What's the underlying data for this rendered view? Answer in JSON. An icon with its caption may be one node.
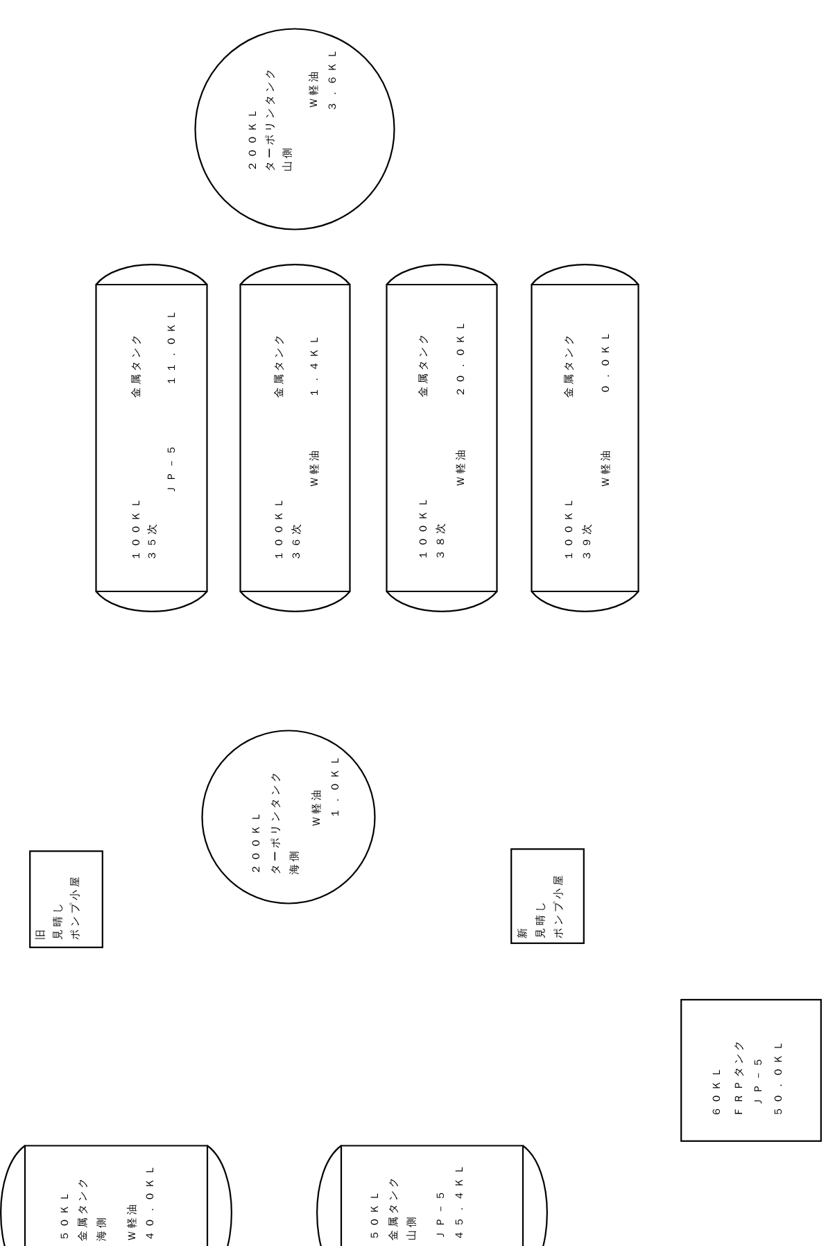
{
  "diagram": {
    "nodes": [
      {
        "text": [
          "２００ＫＬ",
          "ターポリンタンク",
          "山側",
          "Ｗ軽油",
          "３．６ＫＬ"
        ]
      },
      {
        "text": [
          "１００ＫＬ",
          "金属タンク",
          "３５次",
          "ＪＰ－５",
          "１１．０ＫＬ"
        ]
      },
      {
        "text": [
          "１００ＫＬ",
          "金属タンク",
          "３６次",
          "Ｗ軽油",
          "１．４ＫＬ"
        ]
      },
      {
        "text": [
          "１００ＫＬ",
          "金属タンク",
          "３８次",
          "Ｗ軽油",
          "２０．０ＫＬ"
        ]
      },
      {
        "text": [
          "１００ＫＬ",
          "金属タンク",
          "３９次",
          "Ｗ軽油",
          "０．０ＫＬ"
        ]
      },
      {
        "text": [
          "２００ＫＬ",
          "ターポリンタンク",
          "海側",
          "Ｗ軽油",
          "１．０ＫＬ"
        ]
      },
      {
        "text": [
          "旧",
          "見晴し",
          "ポンプ小屋"
        ]
      },
      {
        "text": [
          "新",
          "見晴し",
          "ポンプ小屋"
        ]
      },
      {
        "text": [
          "６０ＫＬ",
          "ＦＲＰタンク",
          "ＪＰ－５",
          "５０．０ＫＬ"
        ]
      },
      {
        "text": [
          "５０ＫＬ",
          "金属タンク",
          "海側",
          "Ｗ軽油",
          "４０．０ＫＬ"
        ]
      },
      {
        "text": [
          "５０ＫＬ",
          "金属タンク",
          "山側",
          "ＪＰ－５",
          "４５．４ＫＬ"
        ]
      }
    ]
  }
}
